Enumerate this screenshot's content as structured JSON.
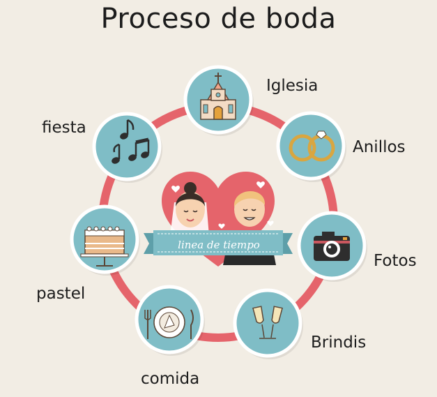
{
  "title": "Proceso de boda",
  "center": {
    "banner": "linea de tiempo"
  },
  "steps": [
    {
      "label": "Iglesia",
      "icon": "church-icon"
    },
    {
      "label": "Anillos",
      "icon": "rings-icon"
    },
    {
      "label": "Fotos",
      "icon": "camera-icon"
    },
    {
      "label": "Brindis",
      "icon": "champagne-glasses-icon"
    },
    {
      "label": "comida",
      "icon": "dinner-plate-icon"
    },
    {
      "label": "pastel",
      "icon": "wedding-cake-icon"
    },
    {
      "label": "fiesta",
      "icon": "music-notes-icon"
    }
  ],
  "colors": {
    "background": "#f2ede4",
    "ring": "#e5646b",
    "node_fill": "#7fbdc6",
    "node_border": "#ffffff",
    "heart": "#e5646b",
    "banner": "#7fbdc6",
    "text": "#1c1c1c"
  }
}
